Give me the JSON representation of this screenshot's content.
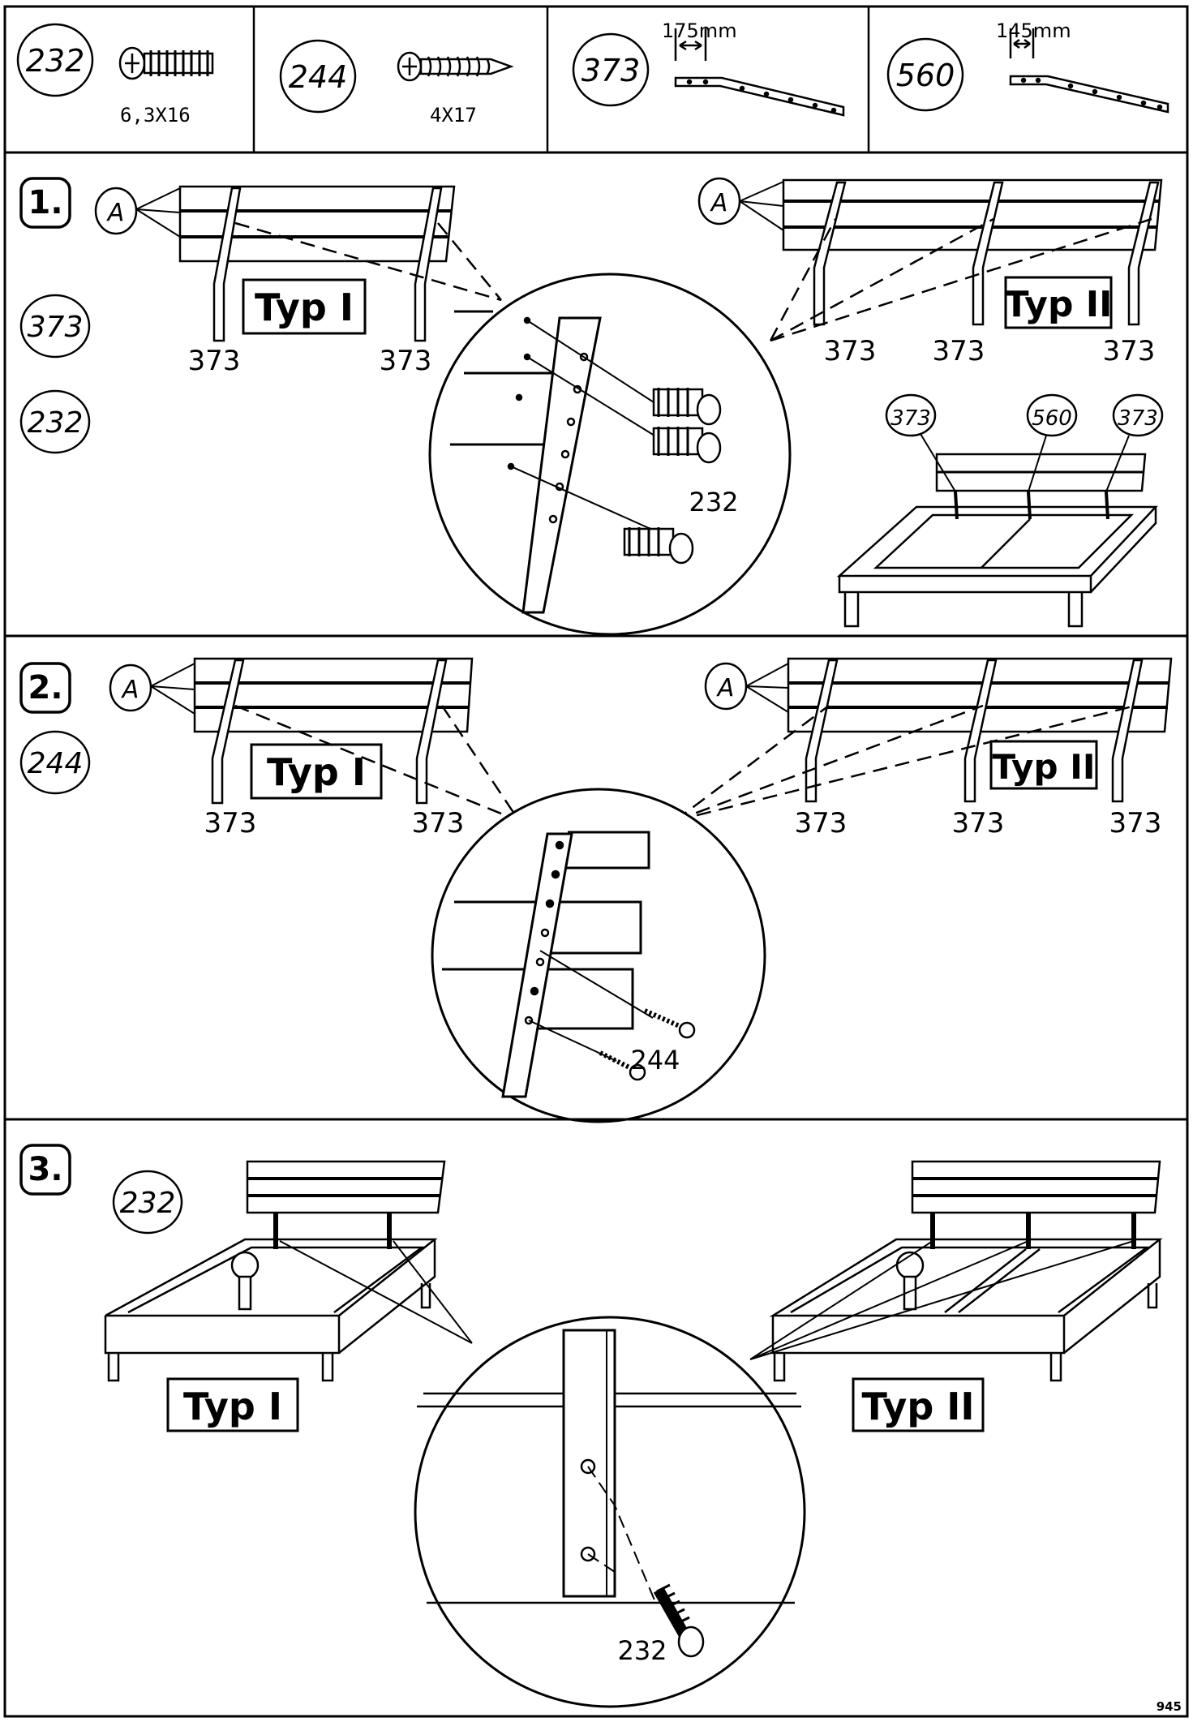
{
  "parts": [
    {
      "code": "232",
      "size": "6,3X16",
      "dim": ""
    },
    {
      "code": "244",
      "size": "4X17",
      "dim": ""
    },
    {
      "code": "373",
      "size": "",
      "dim": "175mm"
    },
    {
      "code": "560",
      "size": "",
      "dim": "145mm"
    }
  ],
  "steps": [
    {
      "number": "1.",
      "marker": "A",
      "parts": [
        "373",
        "232"
      ],
      "type_left": "Typ I",
      "type_right": "Typ II",
      "labels": {
        "left_a": "373",
        "left_b": "373",
        "right_a": "373",
        "right_b": "373",
        "right_c": "373",
        "detail_screw": "232",
        "bed_left": "373",
        "bed_mid": "560",
        "bed_right": "373"
      }
    },
    {
      "number": "2.",
      "marker": "A",
      "parts": [
        "244"
      ],
      "type_left": "Typ I",
      "type_right": "Typ II",
      "labels": {
        "left_a": "373",
        "left_b": "373",
        "right_a": "373",
        "right_b": "373",
        "right_c": "373",
        "detail_screw": "244"
      }
    },
    {
      "number": "3.",
      "parts": [
        "232"
      ],
      "type_left": "Typ I",
      "type_right": "Typ II",
      "labels": {
        "detail_screw": "232"
      }
    }
  ],
  "page_number": "945"
}
